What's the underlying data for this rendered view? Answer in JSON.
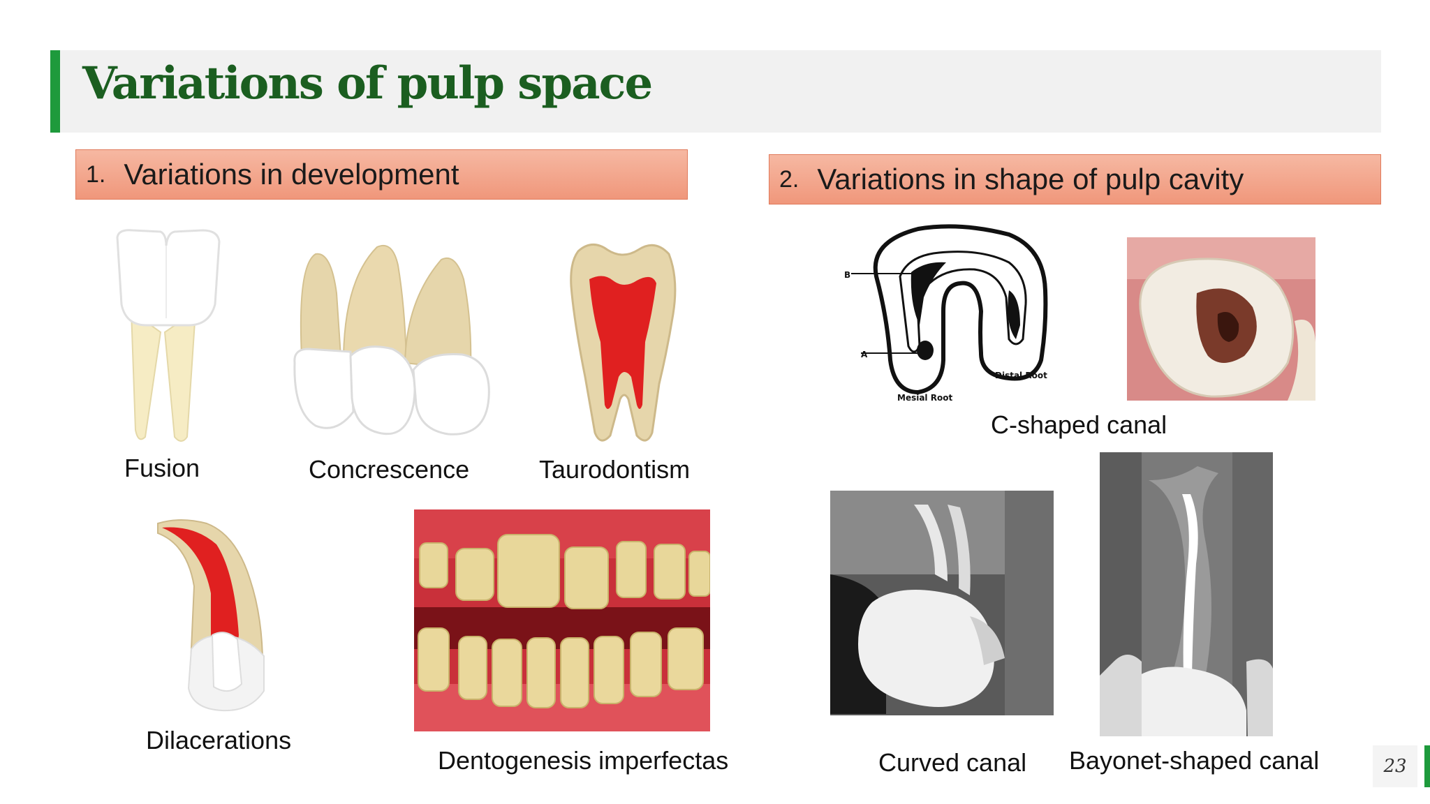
{
  "title": "Variations of pulp space",
  "sections": [
    {
      "num": "1.",
      "label": "Variations in development"
    },
    {
      "num": "2.",
      "label": "Variations in shape of pulp cavity"
    }
  ],
  "captions": {
    "fusion": "Fusion",
    "concrescence": "Concrescence",
    "taurodontism": "Taurodontism",
    "dilacerations": "Dilacerations",
    "dentogenesis": "Dentogenesis imperfectas",
    "c_shaped": "C-shaped canal",
    "curved": "Curved canal",
    "bayonet": "Bayonet-shaped canal"
  },
  "diagram_labels": {
    "a": "A",
    "b": "B",
    "distal_root": "Distal Root",
    "mesial_root": "Mesial Root"
  },
  "page_number": "23",
  "colors": {
    "title_green": "#1b5e20",
    "accent_green": "#1e9a3c",
    "section_fill": "#f4a58a",
    "pulp_red": "#e02020"
  }
}
